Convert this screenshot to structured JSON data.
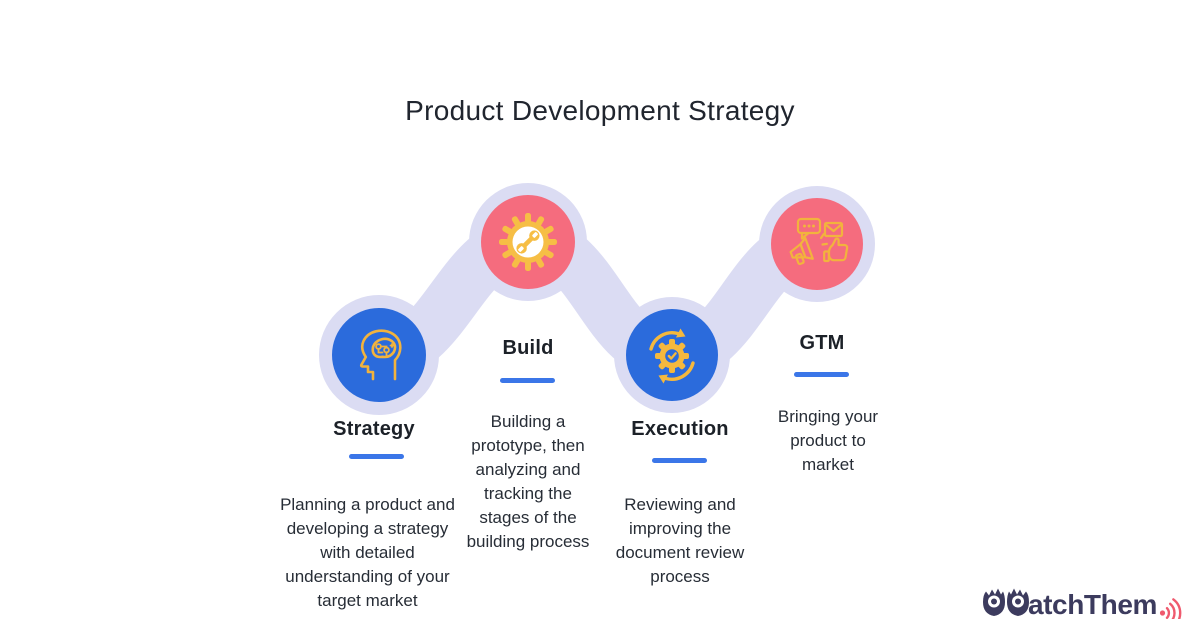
{
  "title": "Product Development Strategy",
  "palette": {
    "background": "#FFFFFF",
    "connector_lavender": "#DBDCF3",
    "blue_circle": "#2B6BDC",
    "pink_circle": "#F56C7E",
    "icon_yellow": "#F5B83D",
    "underline_blue": "#3B76E8",
    "text_dark": "#272D36",
    "logo_navy": "#3C3B5E",
    "logo_signal_red": "#EF5A6E"
  },
  "stages": [
    {
      "label": "Strategy",
      "description": "Planning a product and developing a strategy with detailed understanding of your target market",
      "icon": "head-brain-icon",
      "circle_color": "#2B6BDC"
    },
    {
      "label": "Build",
      "description": "Building a prototype, then analyzing and tracking the stages of the building process",
      "icon": "gear-wrench-icon",
      "circle_color": "#F56C7E"
    },
    {
      "label": "Execution",
      "description": "Reviewing and improving the document review process",
      "icon": "gear-cycle-icon",
      "circle_color": "#2B6BDC"
    },
    {
      "label": "GTM",
      "description": "Bringing your product to market",
      "icon": "megaphone-promotion-icon",
      "circle_color": "#F56C7E"
    }
  ],
  "logo": {
    "brand": "WatchThem",
    "wordmark_text": "atchThem"
  }
}
